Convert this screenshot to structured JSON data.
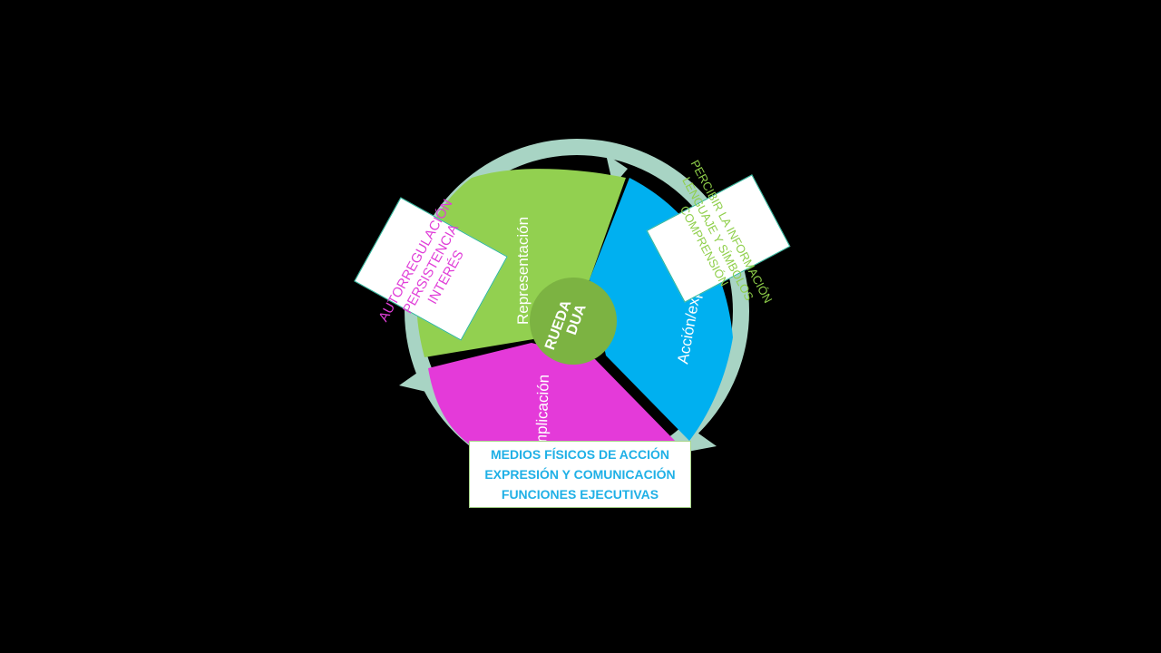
{
  "diagram": {
    "center_label": [
      "RUEDA",
      "DUA"
    ],
    "segments": [
      {
        "id": "green",
        "label": "Representación",
        "color": "#92d050"
      },
      {
        "id": "blue",
        "label": "Acción/expresión",
        "color": "#00b0f0"
      },
      {
        "id": "magenta",
        "label": "Implicación",
        "color": "#e43ad9"
      }
    ],
    "ring_color": "#a8d4c4",
    "hub_color": "#7cb342",
    "callouts": {
      "left": {
        "lines": [
          "AUTORREGULACIÓN",
          "PERSISTENCIA",
          "INTERÉS"
        ],
        "color": "#e03fd8"
      },
      "right": {
        "lines": [
          "PERCIBIR LA INFORMACIÓN",
          "LENGUAJE Y SÍMBOLOS",
          "COMPRENSIÓN"
        ],
        "color": "#8fcf4a"
      },
      "bottom": {
        "lines": [
          "MEDIOS FÍSICOS DE ACCIÓN",
          "EXPRESIÓN Y COMUNICACIÓN",
          "FUNCIONES EJECUTIVAS"
        ],
        "color": "#1fb0e6"
      }
    }
  }
}
